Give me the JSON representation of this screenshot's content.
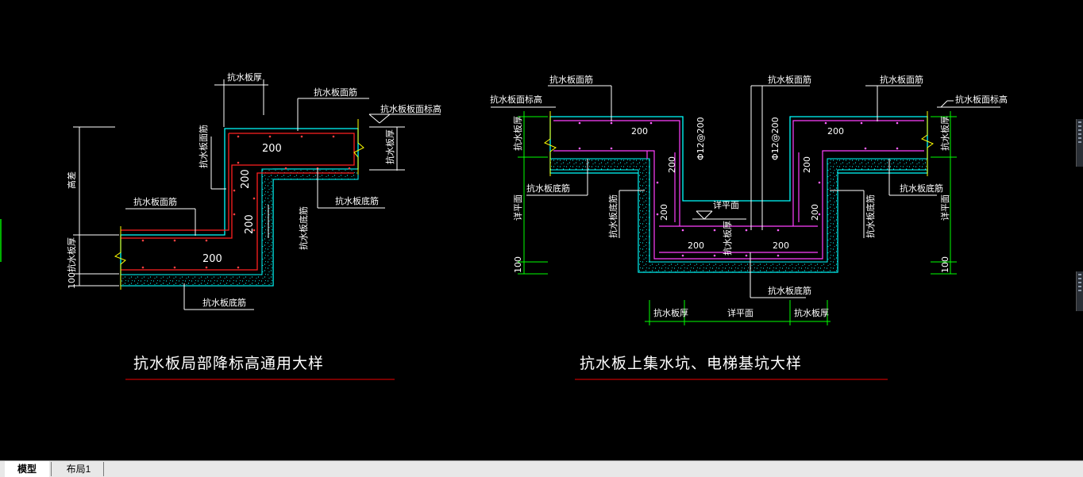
{
  "drawing": {
    "left_detail": {
      "title": "抗水板局部降标高通用大样",
      "labels": {
        "thickness_top": "抗水板厚",
        "top_rebar_upper": "抗水板面筋",
        "top_elevation": "抗水板板面标高",
        "thickness_right": "抗水板厚",
        "top_rebar_inner": "抗水板面筋",
        "bottom_rebar_right": "抗水板底筋",
        "elevation_diff": "高差",
        "top_rebar_left": "抗水板面筋",
        "bottom_rebar_slope": "抗水板底筋",
        "thickness_left": "抗水板厚",
        "dim_100": "100",
        "bottom_rebar_lower": "抗水板底筋"
      },
      "dims": {
        "d1": "200",
        "d2": "200",
        "d3": "200",
        "d4": "200"
      }
    },
    "right_detail": {
      "title": "抗水板上集水坑、电梯基坑大样",
      "labels": {
        "top_elev_left": "抗水板面标高",
        "top_rebar_left": "抗水板面筋",
        "top_rebar_mid": "抗水板面筋",
        "top_rebar_right": "抗水板面筋",
        "top_elev_right": "抗水板面标高",
        "thickness_left": "抗水板厚",
        "thickness_right": "抗水板厚",
        "rebar_spec_left": "Φ12@200",
        "rebar_spec_right": "Φ12@200",
        "bottom_rebar_left": "抗水板底筋",
        "bottom_rebar_right": "抗水板底筋",
        "pit_depth_left": "详平面",
        "pit_depth_right": "详平面",
        "pit_bottom": "详平面",
        "bottom_rebar_wall_left": "抗水板底筋",
        "bottom_rebar_wall_right": "抗水板底筋",
        "pit_thickness": "抗水板厚",
        "bottom_rebar_pit": "抗水板底筋",
        "dim_100_left": "100",
        "dim_100_right": "100",
        "bottom_dim_left": "抗水板厚",
        "bottom_dim_mid": "详平面",
        "bottom_dim_right": "抗水板厚"
      },
      "dims": {
        "d1": "200",
        "d2": "200",
        "d3": "200",
        "d4": "200",
        "d5": "200",
        "d6": "200",
        "d7": "200",
        "d8": "200"
      }
    }
  },
  "tabs": [
    {
      "label": "模型",
      "active": true
    },
    {
      "label": "布局1",
      "active": false
    }
  ],
  "colors": {
    "background": "#000000",
    "concrete": "#00ffff",
    "rebar_red": "#ff2020",
    "rebar_magenta": "#ff40ff",
    "dimension": "#00ff00",
    "text": "#ffffff",
    "title_underline": "#c00000"
  }
}
